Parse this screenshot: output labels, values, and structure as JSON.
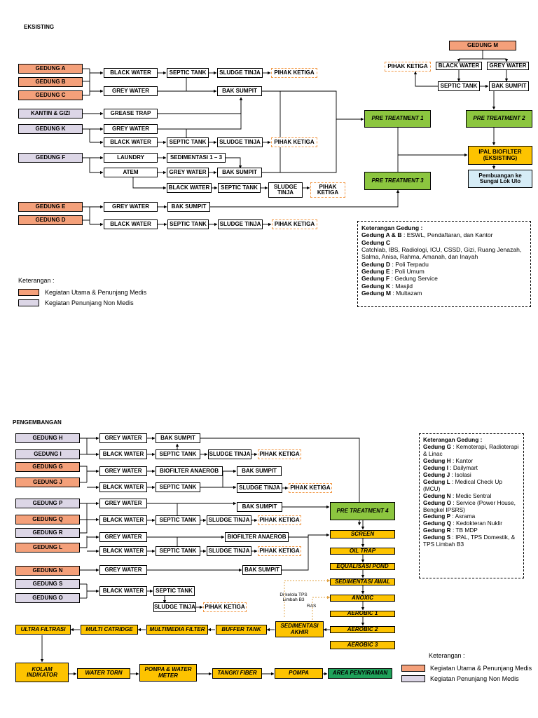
{
  "exist": {
    "title": "EKSISTING",
    "gedung_a": "GEDUNG A",
    "gedung_b": "GEDUNG B",
    "gedung_c": "GEDUNG C",
    "kantin": "KANTIN & GIZI",
    "gedung_k": "GEDUNG K",
    "gedung_f": "GEDUNG F",
    "gedung_e": "GEDUNG E",
    "gedung_d": "GEDUNG D",
    "gedung_m": "GEDUNG M",
    "black_water": "BLACK WATER",
    "grey_water": "GREY WATER",
    "septic_tank": "SEPTIC TANK",
    "sludge_tinja": "SLUDGE TINJA",
    "sludge_tinja_2": "SLUDGE TINJA",
    "pihak_ketiga": "PIHAK KETIGA",
    "pihak_ketiga_2": "PIHAK KETIGA",
    "bak_sumpit": "BAK SUMPIT",
    "grease_trap": "GREASE TRAP",
    "laundry": "LAUNDRY",
    "sedimentasi": "SEDIMENTASI 1 – 3",
    "atem": "ATEM",
    "pre1": "PRE TREATMENT 1",
    "pre2": "PRE TREATMENT 2",
    "pre3": "PRE TREATMENT 3",
    "ipal": "IPAL BIOFILTER (EKSISTING)",
    "pembuangan": "Pembuangan ke Sungai Lok Ulo",
    "note_title": "Keterangan Gedung :",
    "note_lines": [
      {
        "k": "Gedung A & B",
        "v": " : ESWL, Pendaftaran, dan Kantor"
      },
      {
        "k": "Gedung C",
        "v": ""
      },
      {
        "k": "",
        "v": "Catchlab, IBS, Radiologi, ICU, CSSD, Gizi, Ruang Jenazah, Salma, Anisa, Rahma, Amanah, dan Inayah"
      },
      {
        "k": "Gedung D",
        "v": " : Poli Terpadu"
      },
      {
        "k": "Gedung E",
        "v": " : Poli Umum"
      },
      {
        "k": "Gedung F",
        "v": " : Gedung Service"
      },
      {
        "k": "Gedung K",
        "v": " : Masjid"
      },
      {
        "k": "Gedung M",
        "v": " : Multazam"
      }
    ],
    "legend_title": "Keterangan :",
    "legend_1": "Kegiatan Utama & Penunjang Medis",
    "legend_2": "Kegiatan Penunjang Non Medis"
  },
  "dev": {
    "title": "PENGEMBANGAN",
    "gedung_h": "GEDUNG H",
    "gedung_i": "GEDUNG I",
    "gedung_g": "GEDUNG G",
    "gedung_j": "GEDUNG J",
    "gedung_p": "GEDUNG P",
    "gedung_q": "GEDUNG Q",
    "gedung_r": "GEDUNG R",
    "gedung_l": "GEDUNG L",
    "gedung_n": "GEDUNG N",
    "gedung_s": "GEDUNG S",
    "gedung_o": "GEDUNG O",
    "grey_water": "GREY WATER",
    "black_water": "BLACK WATER",
    "bak_sumpit": "BAK SUMPIT",
    "septic_tank": "SEPTIC TANK",
    "sludge_tinja": "SLUDGE TINJA",
    "pihak_ketiga": "PIHAK KETIGA",
    "biofilter": "BIOFILTER ANAEROB",
    "pre4": "PRE TREATMENT 4",
    "screen": "SCREEN",
    "oil_trap": "OIL TRAP",
    "equalisasi": "EQUALISASI POND",
    "sed_awal": "SEDIMENTASI AWAL",
    "anoxic": "ANOXIC",
    "aerobic1": "AEROBIC 1",
    "aerobic2": "AEROBIC 2",
    "aerobic3": "AEROBIC 3",
    "sed_akhir": "SEDIMENTASI AKHIR",
    "buffer": "BUFFER TANK",
    "multimedia": "MULTIMEDIA FILTER",
    "catridge": "MULTI CATRIDGE",
    "ultra": "ULTRA FILTRASI",
    "kolam": "KOLAM INDIKATOR",
    "water_torn": "WATER TORN",
    "pompa_meter": "POMPA & WATER METER",
    "tangki": "TANGKI FIBER",
    "pompa": "POMPA",
    "area": "AREA PENYIRAMAN",
    "tps": "Di kelola TPS Limbah B3",
    "ras": "RAS",
    "note_title": "Keterangan Gedung :",
    "note_lines": [
      {
        "k": "Gedung G",
        "v": " : Kemoterapi, Radioterapi & Linac"
      },
      {
        "k": "Gedung H",
        "v": " : Kantor"
      },
      {
        "k": "Gedung I",
        "v": " : Dailymart"
      },
      {
        "k": "Gedung J",
        "v": " : Isolasi"
      },
      {
        "k": "Gedung L",
        "v": " : Medical Check Up (MCU)"
      },
      {
        "k": "Gedung N",
        "v": " : Medic Sentral"
      },
      {
        "k": "Gedung O",
        "v": " : Service (Power House, Bengkel IPSRS)"
      },
      {
        "k": "Gedung P",
        "v": " : Asrama"
      },
      {
        "k": "Gedung Q",
        "v": " : Kedokteran Nuklir"
      },
      {
        "k": "Gedung R",
        "v": " : TB MDP"
      },
      {
        "k": "Gedung S",
        "v": " : IPAL, TPS Domestik, & TPS Limbah B3"
      }
    ],
    "legend_title": "Keterangan :",
    "legend_1": "Kegiatan Utama & Penunjang Medis",
    "legend_2": "Kegiatan Penunjang Non Medis"
  },
  "colors": {
    "utama": "#f4a07a",
    "non_medis": "#dcd6e6",
    "pre_treatment": "#8cc63f",
    "process": "#fdc300",
    "area": "#1fa25a",
    "outlet": "#d6ecf6",
    "dashed": "#f29a49"
  }
}
